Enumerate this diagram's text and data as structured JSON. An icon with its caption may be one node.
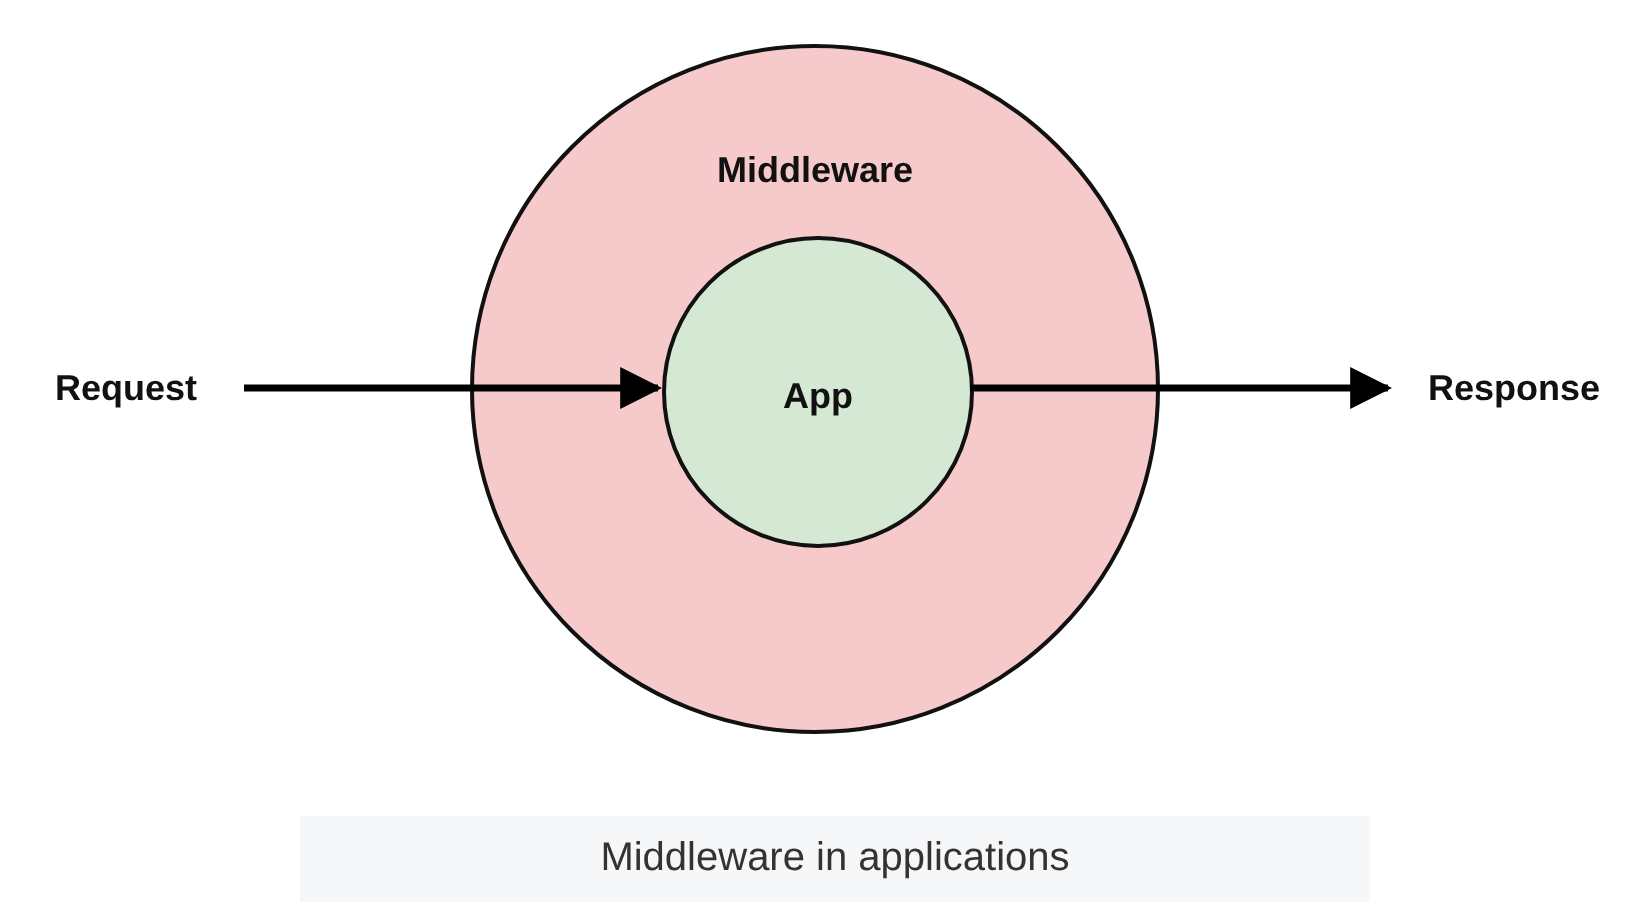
{
  "diagram": {
    "caption": "Middleware in applications",
    "nodes": [
      {
        "text": [
          "Middleware"
        ]
      },
      {
        "text": [
          "Request"
        ]
      },
      {
        "text": [
          "App"
        ],
        "in": 0
      },
      {
        "text": [
          "Response"
        ]
      }
    ],
    "edges": [
      {
        "from": 1,
        "to": 2,
        "arrow": "to"
      },
      {
        "from": 2,
        "to": 3,
        "arrow": "to"
      }
    ]
  }
}
